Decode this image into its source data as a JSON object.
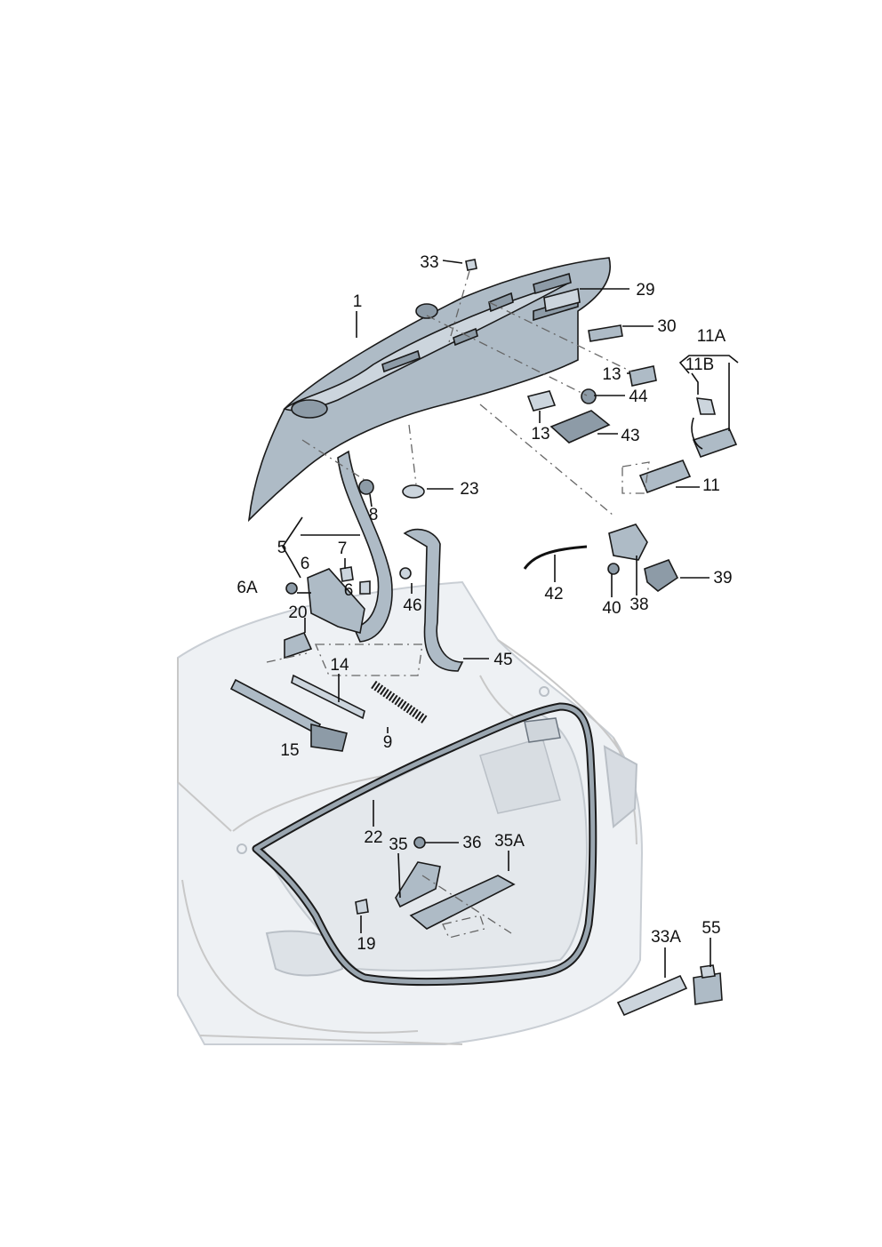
{
  "diagram": {
    "callouts": [
      {
        "id": "1",
        "text": "1"
      },
      {
        "id": "5",
        "text": "5"
      },
      {
        "id": "6",
        "text": "6"
      },
      {
        "id": "6A",
        "text": "6A"
      },
      {
        "id": "6b",
        "text": "6"
      },
      {
        "id": "7",
        "text": "7"
      },
      {
        "id": "8",
        "text": "8"
      },
      {
        "id": "9",
        "text": "9"
      },
      {
        "id": "11",
        "text": "11"
      },
      {
        "id": "11A",
        "text": "11A"
      },
      {
        "id": "11B",
        "text": "11B"
      },
      {
        "id": "13a",
        "text": "13"
      },
      {
        "id": "13b",
        "text": "13"
      },
      {
        "id": "14",
        "text": "14"
      },
      {
        "id": "15",
        "text": "15"
      },
      {
        "id": "19",
        "text": "19"
      },
      {
        "id": "20",
        "text": "20"
      },
      {
        "id": "22",
        "text": "22"
      },
      {
        "id": "23",
        "text": "23"
      },
      {
        "id": "29",
        "text": "29"
      },
      {
        "id": "30",
        "text": "30"
      },
      {
        "id": "33",
        "text": "33"
      },
      {
        "id": "33A",
        "text": "33A"
      },
      {
        "id": "35",
        "text": "35"
      },
      {
        "id": "35A",
        "text": "35A"
      },
      {
        "id": "36",
        "text": "36"
      },
      {
        "id": "38",
        "text": "38"
      },
      {
        "id": "39",
        "text": "39"
      },
      {
        "id": "40",
        "text": "40"
      },
      {
        "id": "42",
        "text": "42"
      },
      {
        "id": "43",
        "text": "43"
      },
      {
        "id": "44",
        "text": "44"
      },
      {
        "id": "45",
        "text": "45"
      },
      {
        "id": "46",
        "text": "46"
      },
      {
        "id": "55",
        "text": "55"
      }
    ]
  }
}
